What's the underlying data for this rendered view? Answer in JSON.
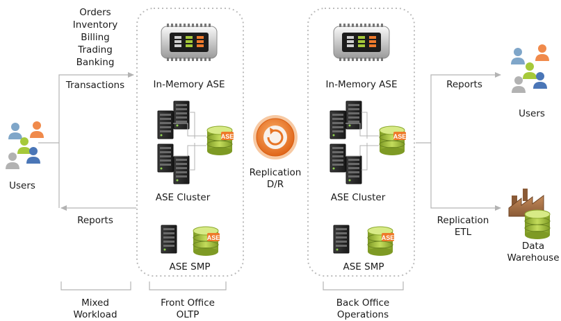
{
  "left": {
    "services": [
      "Orders",
      "Inventory",
      "Billing",
      "Trading",
      "Banking"
    ],
    "transactions_label": "Transactions",
    "users_label": "Users",
    "reports_label": "Reports",
    "workload_label": [
      "Mixed",
      "Workload"
    ]
  },
  "front_office": {
    "in_memory_label": "In-Memory ASE",
    "cluster_label": "ASE Cluster",
    "smp_label": "ASE SMP",
    "db_badge": "ASE",
    "footer": [
      "Front Office",
      "OLTP"
    ]
  },
  "replication_center": {
    "label": [
      "Replication",
      "D/R"
    ]
  },
  "back_office": {
    "in_memory_label": "In-Memory ASE",
    "cluster_label": "ASE Cluster",
    "smp_label": "ASE SMP",
    "db_badge": "ASE",
    "footer": [
      "Back Office",
      "Operations"
    ]
  },
  "right": {
    "reports_label": "Reports",
    "users_label": "Users",
    "replication_label": [
      "Replication",
      "ETL"
    ],
    "warehouse_label": [
      "Data",
      "Warehouse"
    ]
  },
  "colors": {
    "arrow": "#b3b3b3",
    "box_border": "#bcbcbc",
    "db_green": "#9dbb38",
    "db_badge": "#ee7a2a",
    "replication_orange": "#f07c26"
  }
}
